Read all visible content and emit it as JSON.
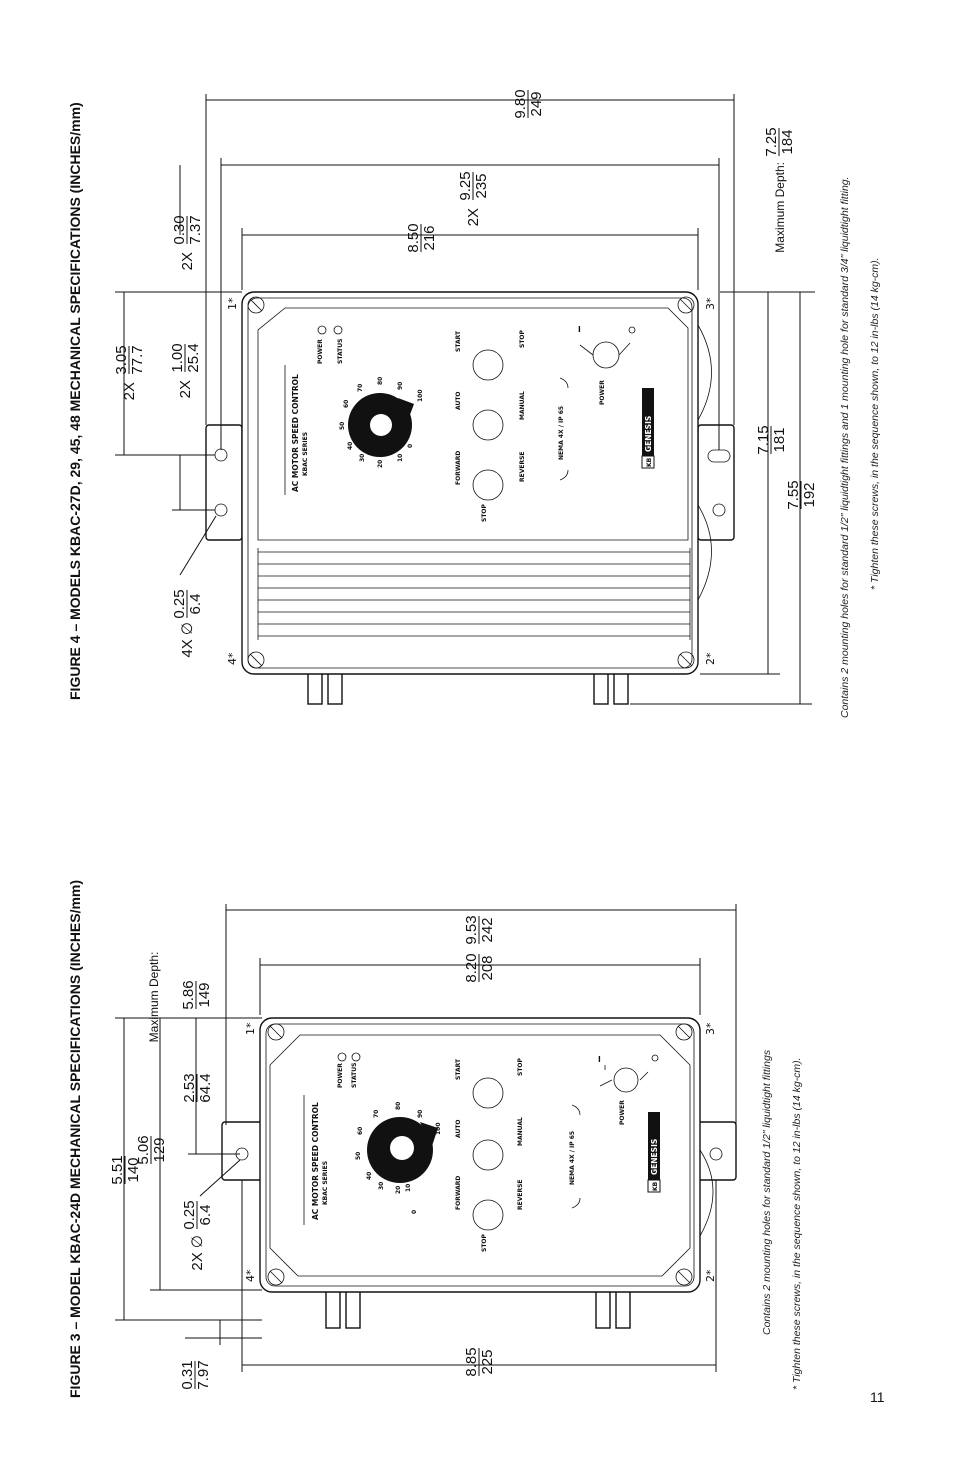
{
  "page_number": "11",
  "figure3": {
    "caption": "FIGURE 3 – MODEL KBAC-24D MECHANICAL SPECIFICATIONS (INCHES/mm)",
    "max_depth_label": "Maximum Depth:",
    "max_depth_in": "5.86",
    "max_depth_mm": "149",
    "dims": [
      {
        "prefix": "",
        "in": "9.53",
        "mm": "242"
      },
      {
        "prefix": "",
        "in": "8.20",
        "mm": "208"
      },
      {
        "prefix": "",
        "in": "8.85",
        "mm": "225"
      },
      {
        "prefix": "",
        "in": "0.31",
        "mm": "7.97"
      },
      {
        "prefix": "",
        "in": "5.51",
        "mm": "140"
      },
      {
        "prefix": "",
        "in": "5.06",
        "mm": "129"
      },
      {
        "prefix": "",
        "in": "2.53",
        "mm": "64.4"
      },
      {
        "prefix": "2X ∅",
        "in": "0.25",
        "mm": "6.4"
      }
    ],
    "note1": "Contains 2 mounting holes for standard 1/2\" liquidtight fittings",
    "note2": "* Tighten these screws, in the sequence shown, to 12 in-lbs (14 kg-cm).",
    "corners": [
      "1*",
      "2*",
      "3*",
      "4*"
    ]
  },
  "figure4": {
    "caption": "FIGURE 4 – MODELS KBAC-27D, 29, 45, 48 MECHANICAL SPECIFICATIONS (INCHES/mm)",
    "max_depth_label": "Maximum Depth:",
    "max_depth_in": "7.25",
    "max_depth_mm": "184",
    "dims": [
      {
        "prefix": "",
        "in": "9.80",
        "mm": "249"
      },
      {
        "prefix": "2X",
        "in": "9.25",
        "mm": "235"
      },
      {
        "prefix": "",
        "in": "8.50",
        "mm": "216"
      },
      {
        "prefix": "2X",
        "in": "0.30",
        "mm": "7.37"
      },
      {
        "prefix": "2X",
        "in": "3.05",
        "mm": "77.7"
      },
      {
        "prefix": "2X",
        "in": "1.00",
        "mm": "25.4"
      },
      {
        "prefix": "4X ∅",
        "in": "0.25",
        "mm": "6.4"
      },
      {
        "prefix": "",
        "in": "7.15",
        "mm": "181"
      },
      {
        "prefix": "",
        "in": "7.55",
        "mm": "192"
      }
    ],
    "note1": "Contains 2 mounting holes for standard 1/2\" liquidtight fittings and 1 mounting hole for standard 3/4\" liquidtight fitting.",
    "note2": "* Tighten these screws, in the sequence shown, to 12 in-lbs (14 kg-cm).",
    "corners": [
      "1*",
      "2*",
      "3*",
      "4*"
    ]
  },
  "device_panel": {
    "title": "AC MOTOR SPEED CONTROL",
    "series": "KBAC SERIES",
    "led1": "POWER",
    "led2": "STATUS",
    "dial_ticks": [
      "0",
      "10",
      "20",
      "30",
      "40",
      "50",
      "60",
      "70",
      "80",
      "90",
      "100"
    ],
    "buttons_top": [
      "START",
      "AUTO",
      "FORWARD"
    ],
    "buttons_bottom": [
      "STOP",
      "MANUAL",
      "REVERSE"
    ],
    "stop_label": "STOP",
    "rating": "NEMA 4X / IP 65",
    "power_label": "POWER",
    "switch_on": "I",
    "switch_off": "O",
    "logo_kb": "KB",
    "logo_name": "GENESIS"
  }
}
